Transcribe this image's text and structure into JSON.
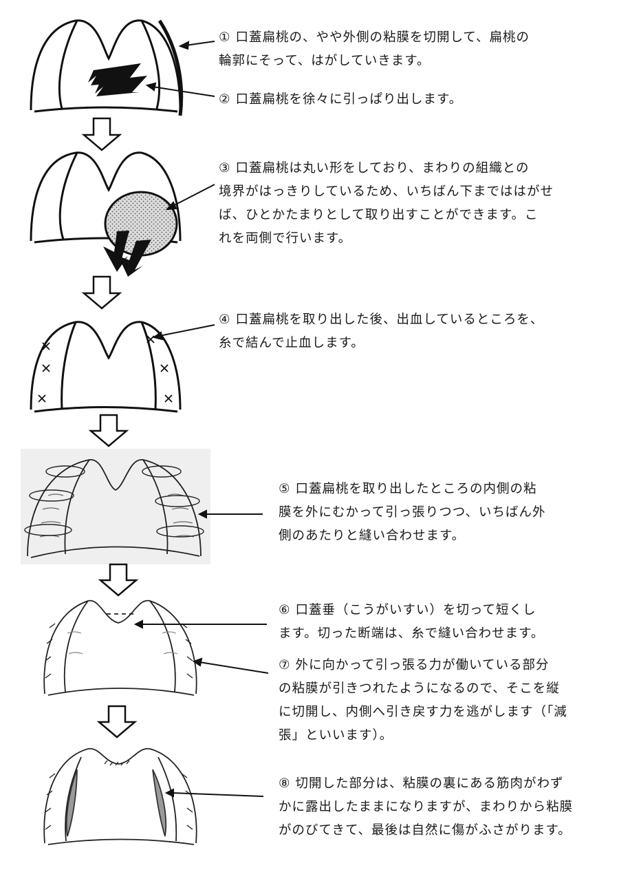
{
  "steps": [
    {
      "num": "①",
      "lines": [
        "口蓋扁桃の、やや外側の粘膜を切開して、扁桃の",
        "輪郭にそって、はがしていきます。"
      ]
    },
    {
      "num": "②",
      "lines": [
        "口蓋扁桃を徐々に引っぱり出します。"
      ]
    },
    {
      "num": "③",
      "lines": [
        "口蓋扁桃は丸い形をしており、まわりの組織との",
        "境界がはっきりしているため、いちばん下までははがせ",
        "ば、ひとかたまりとして取り出すことができます。こ",
        "れを両側で行います。"
      ]
    },
    {
      "num": "④",
      "lines": [
        "口蓋扁桃を取り出した後、出血しているところを、",
        "糸で結んで止血します。"
      ]
    },
    {
      "num": "⑤",
      "lines": [
        "口蓋扁桃を取り出したところの内側の粘",
        "膜を外にむかって引っ張りつつ、いちばん外",
        "側のあたりと縫い合わせます。"
      ]
    },
    {
      "num": "⑥",
      "lines": [
        "口蓋垂（こうがいすい）を切って短くし",
        "ます。切った断端は、糸で縫い合わせます。"
      ]
    },
    {
      "num": "⑦",
      "lines": [
        "外に向かって引っ張る力が働いている部分",
        "の粘膜が引きつれたようになるので、そこを縦",
        "に切開し、内側へ引き戻す力を逃がします（「減",
        "張」といいます）。"
      ]
    },
    {
      "num": "⑧",
      "lines": [
        "切開した部分は、粘膜の裏にある筋肉がわず",
        "かに露出したままになりますが、まわりから粘膜",
        "がのびてきて、最後は自然に傷がふさがります。"
      ]
    }
  ]
}
